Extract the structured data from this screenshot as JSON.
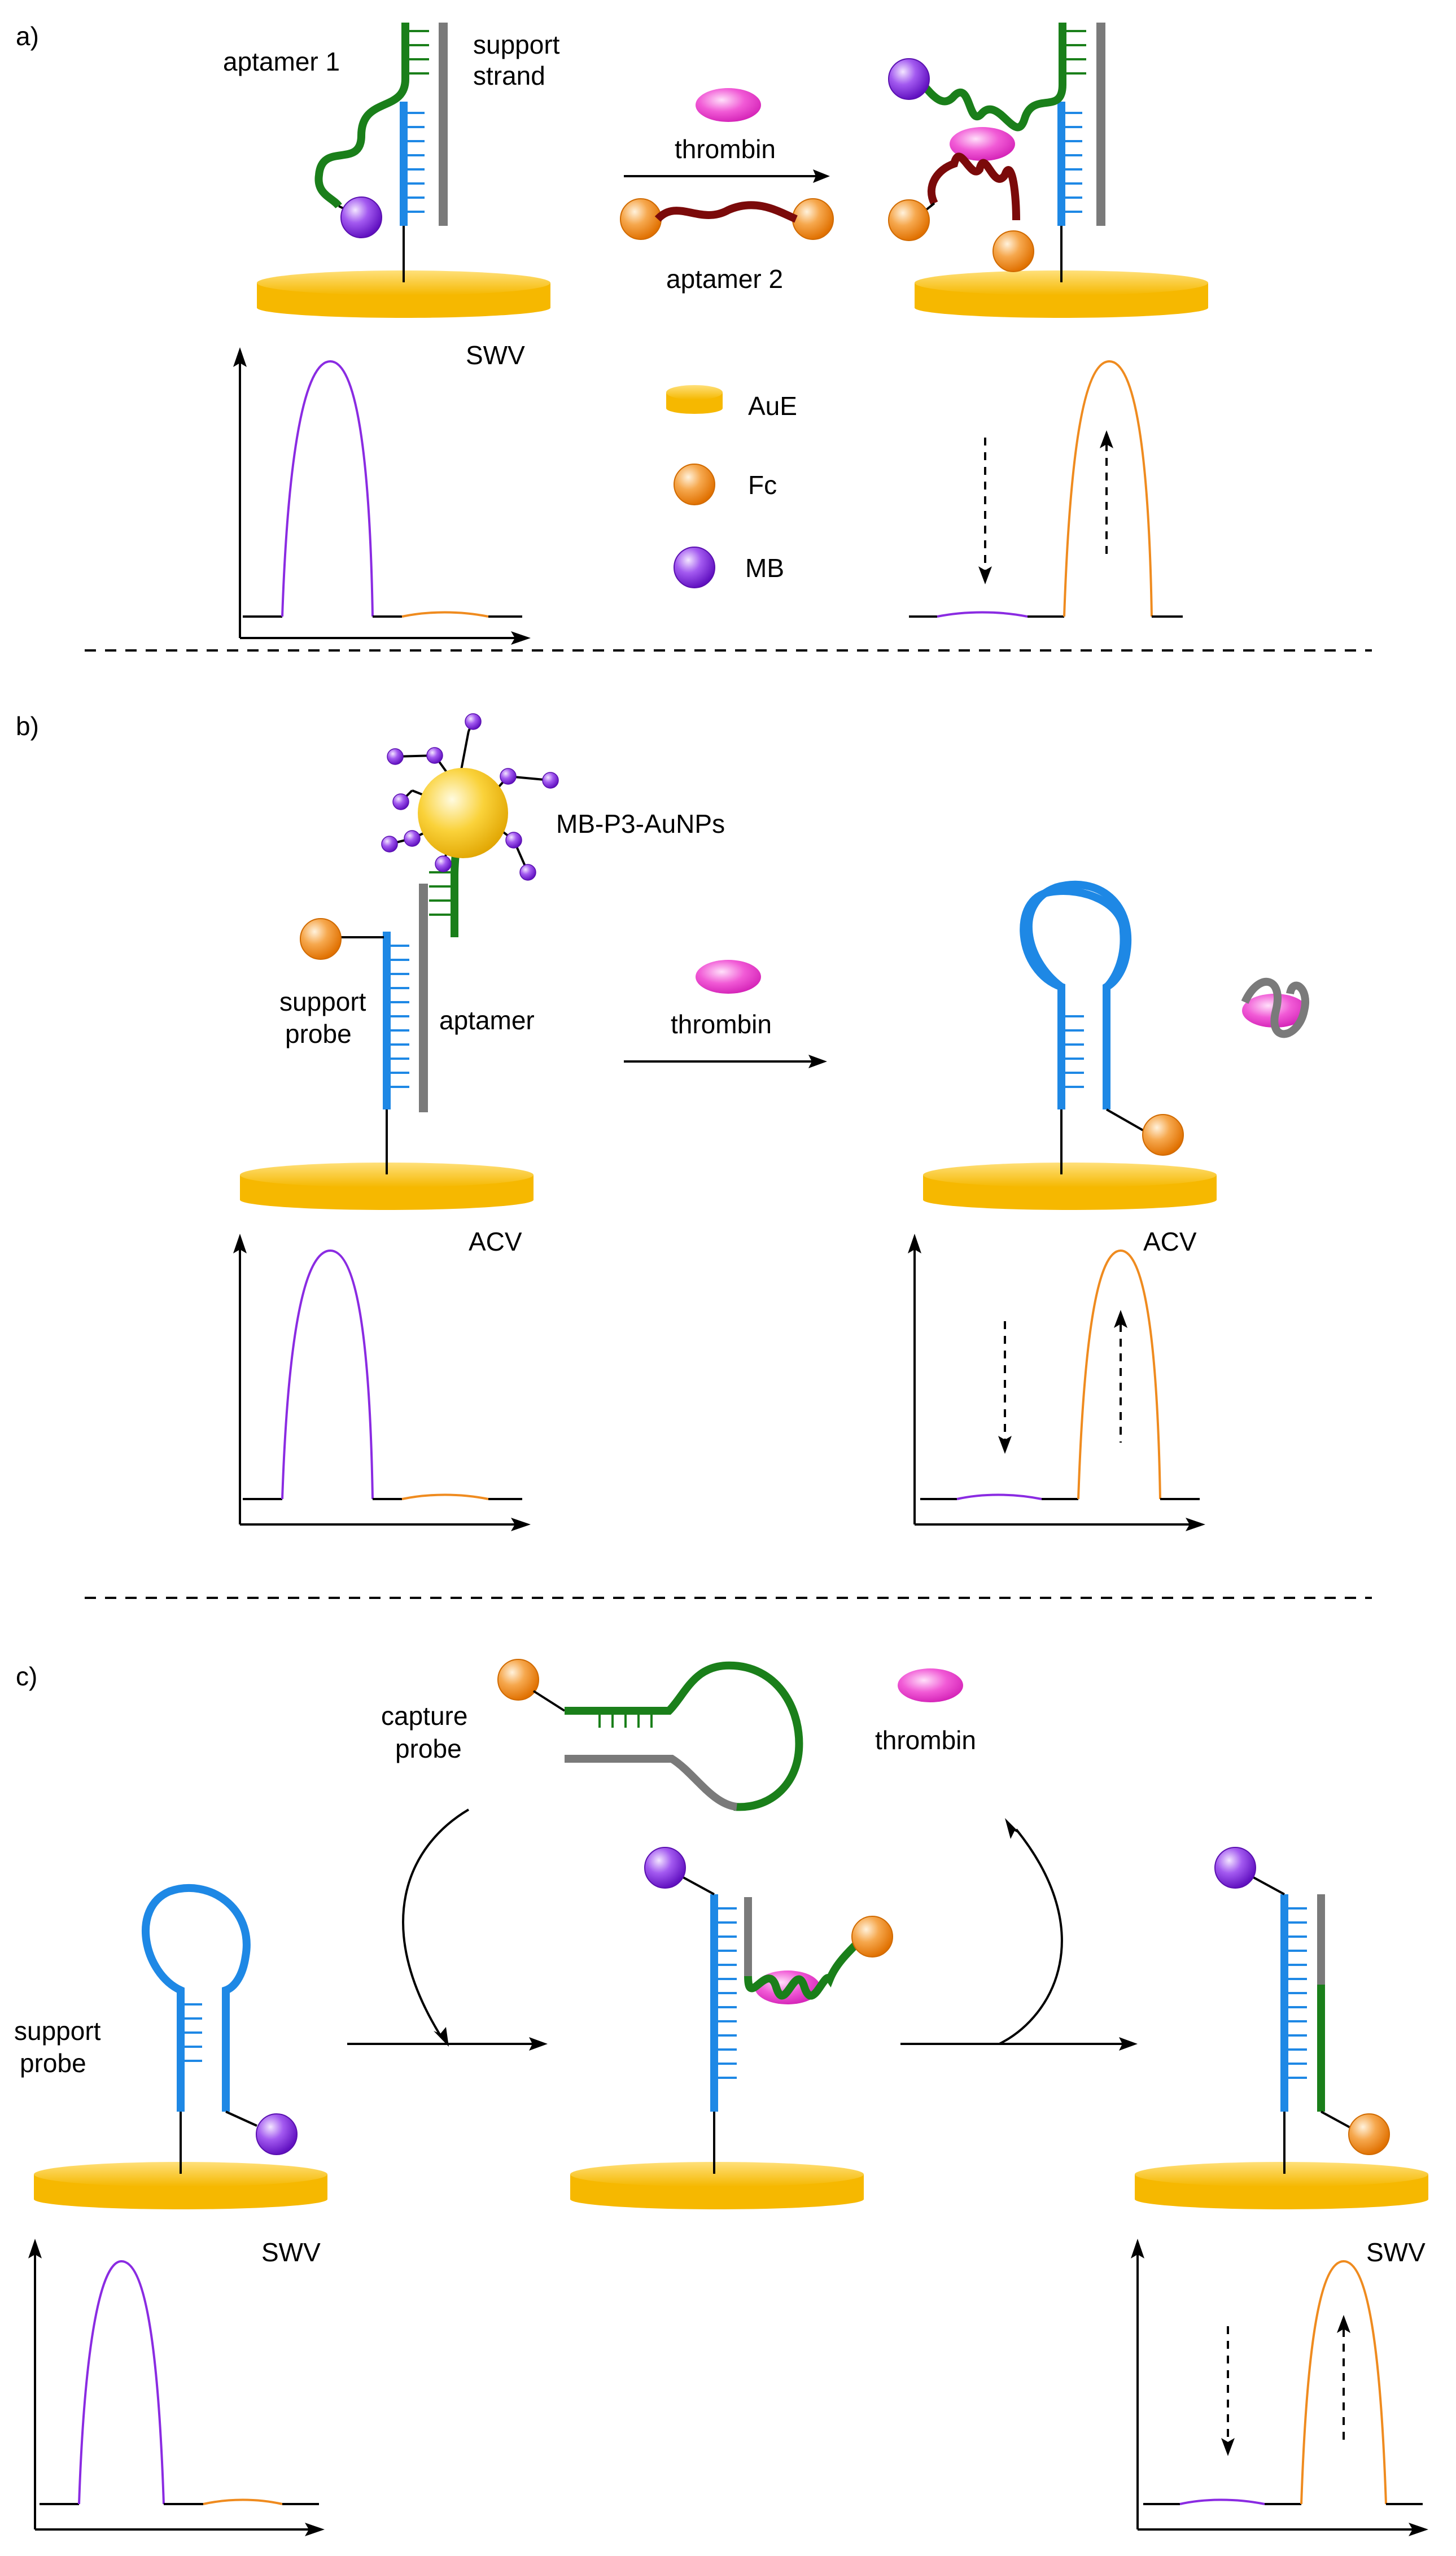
{
  "panels": {
    "a": {
      "label": "a)",
      "aptamer1": "aptamer 1",
      "support_strand_1": "support",
      "support_strand_2": "strand",
      "thrombin": "thrombin",
      "aptamer2": "aptamer 2",
      "method": "SWV"
    },
    "b": {
      "label": "b)",
      "nanoparticle": "MB-P3-AuNPs",
      "support_probe_1": "support",
      "support_probe_2": "probe",
      "aptamer": "aptamer",
      "thrombin": "thrombin",
      "method_left": "ACV",
      "method_right": "ACV"
    },
    "c": {
      "label": "c)",
      "capture_probe_1": "capture",
      "capture_probe_2": "probe",
      "thrombin": "thrombin",
      "support_probe_1": "support",
      "support_probe_2": "probe",
      "method_left": "SWV",
      "method_right": "SWV"
    }
  },
  "legend": {
    "electrode": "AuE",
    "ferrocene": "Fc",
    "methylene_blue": "MB"
  },
  "colors": {
    "gold": "#f9c21e",
    "ferrocene_orange": "#f39a36",
    "mb_purple": "#9b40e6",
    "thrombin_pink": "#f25ad8",
    "strand_blue": "#1e88e5",
    "strand_green": "#1a7f1a",
    "strand_grey": "#7a7a7a",
    "strand_darkred": "#7b0a0a",
    "peak_purple": "#8a2be2",
    "peak_orange": "#ef8b1f"
  }
}
